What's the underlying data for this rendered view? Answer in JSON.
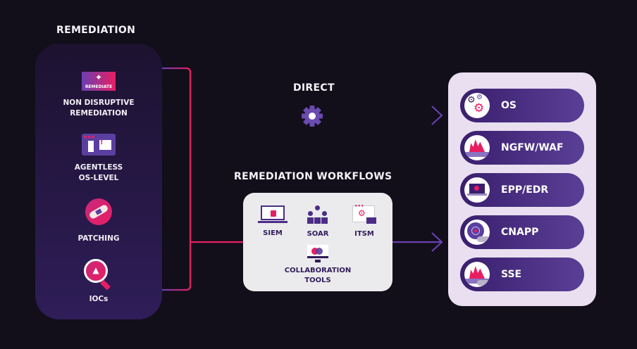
{
  "titles": {
    "remediation": "REMEDIATION",
    "direct": "DIRECT",
    "workflows": "REMEDIATION WORKFLOWS"
  },
  "sources": [
    {
      "label_lines": [
        "NON DISRUPTIVE",
        "REMEDIATION"
      ],
      "icon": "remediate-badge-icon",
      "badge_text": "REMEDIATE"
    },
    {
      "label_lines": [
        "AGENTLESS",
        "OS-LEVEL"
      ],
      "icon": "browser-window-icon"
    },
    {
      "label_lines": [
        "PATCHING"
      ],
      "icon": "bandage-icon"
    },
    {
      "label_lines": [
        "IOCs"
      ],
      "icon": "magnifier-warning-icon"
    }
  ],
  "direct_icon": "gear-icon",
  "workflows": [
    {
      "label": "SIEM",
      "icon": "laptop-lock-icon"
    },
    {
      "label": "SOAR",
      "icon": "hierarchy-icon"
    },
    {
      "label": "ITSM",
      "icon": "window-gear-icon"
    },
    {
      "label_lines": [
        "COLLABORATION",
        "TOOLS"
      ],
      "icon": "monitor-collab-icon"
    }
  ],
  "targets": [
    {
      "label": "OS",
      "icon": "gears-icon"
    },
    {
      "label": "NGFW/WAF",
      "icon": "firewall-icon"
    },
    {
      "label": "EPP/EDR",
      "icon": "laptop-endpoint-icon"
    },
    {
      "label": "CNAPP",
      "icon": "radar-cloud-icon"
    },
    {
      "label": "SSE",
      "icon": "firewall-cloud-icon"
    }
  ],
  "colors": {
    "background": "#120e1a",
    "accent_pink": "#e81e63",
    "accent_purple": "#5b3fa0",
    "target_panel": "#e9dff0",
    "workflow_box": "#ebeaec"
  }
}
